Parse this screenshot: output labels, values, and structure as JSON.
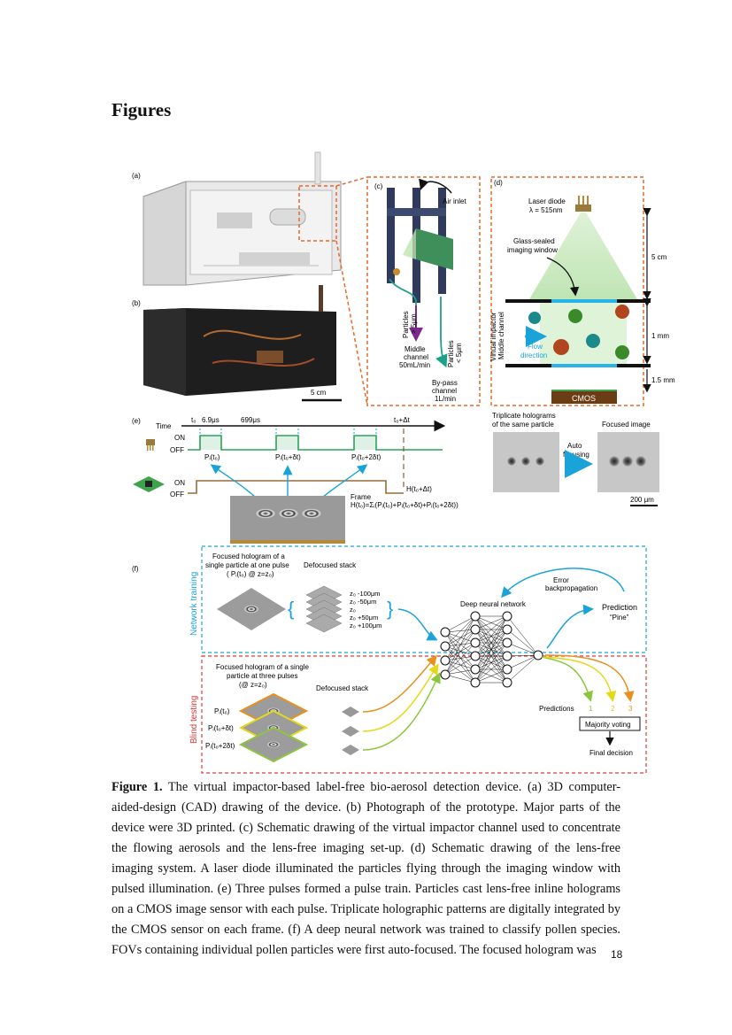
{
  "heading": "Figures",
  "panels": {
    "a": "(a)",
    "b": "(b)",
    "c": "(c)",
    "d": "(d)",
    "e": "(e)",
    "f": "(f)"
  },
  "panel_b": {
    "scale": "5 cm"
  },
  "panel_c": {
    "air_inlet": "Air inlet",
    "particles_gt_1": "Particles",
    "particles_gt_2": "> 5μm",
    "middle_1": "Middle",
    "middle_2": "channel",
    "middle_3": "50mL/min",
    "particles_lt_1": "Particles",
    "particles_lt_2": "< 5μm",
    "bypass_1": "By-pass",
    "bypass_2": "channel",
    "bypass_3": "1L/min"
  },
  "panel_d": {
    "laser_1": "Laser diode",
    "laser_2": "λ = 515nm",
    "window_1": "Glass-sealed",
    "window_2": "imaging window",
    "dist_5cm": "5 cm",
    "dist_1mm": "1 mm",
    "dist_15mm": "1.5 mm",
    "side_1": "Virtual impactor",
    "side_2": "Middle channel",
    "flow_1": "Flow",
    "flow_2": "direction",
    "cmos": "CMOS"
  },
  "panel_e": {
    "time": "Time",
    "t0": "t₀",
    "d1": "6.9μs",
    "d2": "699μs",
    "tend": "t₀+Δt",
    "on1": "ON",
    "off1": "OFF",
    "on2": "ON",
    "off2": "OFF",
    "p1": "Pᵢ(t₀)",
    "p2": "Pᵢ(t₀+δt)",
    "p3": "Pᵢ(t₀+2δt)",
    "frame": "Frame",
    "frame_eq": "H(t₀)=Σᵢ(Pᵢ(t₀)+Pᵢ(t₀+δt)+Pᵢ(t₀+2δt))",
    "h_end": "H(t₀+Δt)",
    "triplicate_1": "Triplicate holograms",
    "triplicate_2": "of the same particle",
    "focused": "Focused image",
    "auto_1": "Auto",
    "auto_2": "focusing",
    "scale": "200 μm"
  },
  "panel_f": {
    "training_label": "Network training",
    "testing_label": "Blind testing",
    "train_holo_1": "Focused hologram of a",
    "train_holo_2": "single particle at one pulse",
    "train_holo_3": "( Pᵢ(t₀) @ z=z₀)",
    "defocus_1": "Defocused stack",
    "z1": "z₀ -100μm",
    "z2": "z₀ -50μm",
    "z3": "z₀",
    "z4": "z₀ +50μm",
    "z5": "z₀ +100μm",
    "dnn": "Deep neural network",
    "error_1": "Error",
    "error_2": "backpropagation",
    "prediction": "Prediction",
    "pine": "“Pine”",
    "test_holo_1": "Focused hologram of a single",
    "test_holo_2": "particle at three pulses",
    "test_holo_3": "(@ z=z₀)",
    "defocus_2": "Defocused stack",
    "tp1": "Pᵢ(t₀)",
    "tp2": "Pᵢ(t₀+δt)",
    "tp3": "Pᵢ(t₀+2δt)",
    "predictions": "Predictions",
    "n1": "1",
    "n2": "2",
    "n3": "3",
    "majority": "Majority voting",
    "final": "Final decision"
  },
  "caption": {
    "label": "Figure 1.",
    "text": " The virtual impactor-based label-free bio-aerosol detection device. (a) 3D computer-aided-design (CAD) drawing of the device. (b) Photograph of the prototype. Major parts of the device were 3D printed. (c) Schematic drawing of the virtual impactor channel used to concentrate the flowing aerosols and the lens-free imaging set-up. (d) Schematic drawing of the lens-free imaging system. A laser diode illuminated the particles flying through the imaging window with pulsed illumination. (e) Three pulses formed a pulse train. Particles cast lens-free inline holograms on a CMOS image sensor with each pulse. Triplicate holographic patterns are digitally integrated by the CMOS sensor on each frame. (f) A deep neural network was trained to classify pollen species. FOVs containing individual pollen particles were first auto-focused. The focused hologram was"
  },
  "page_number": "18"
}
